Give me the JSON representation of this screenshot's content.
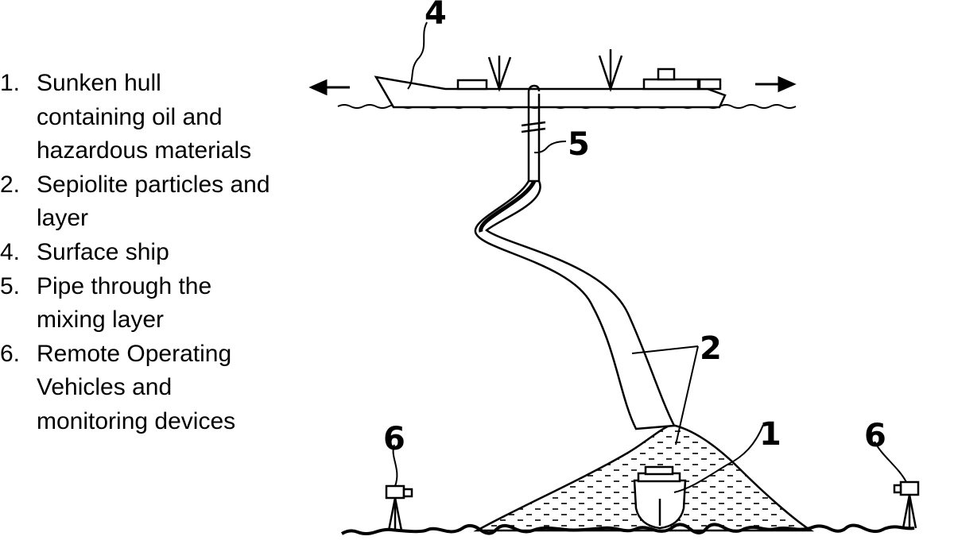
{
  "legend": [
    {
      "number": "1.",
      "text": "Sunken hull containing oil and hazardous materials"
    },
    {
      "number": "2.",
      "text": "Sepiolite particles and layer"
    },
    {
      "number": "4.",
      "text": "Surface ship"
    },
    {
      "number": "5.",
      "text": "Pipe through the mixing layer"
    },
    {
      "number": "6.",
      "text": "Remote Operating Vehicles and monitoring devices"
    }
  ],
  "callouts": {
    "hull": "1",
    "sepiolite": "2",
    "ship": "4",
    "pipe": "5",
    "rov_left": "6",
    "rov_right": "6"
  }
}
